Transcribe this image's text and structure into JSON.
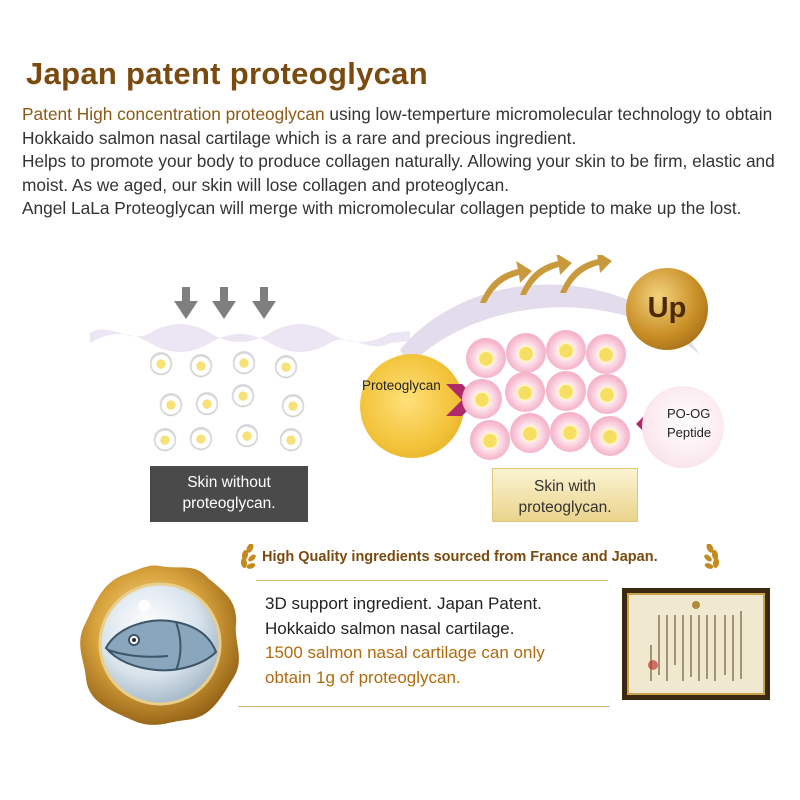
{
  "title": "Japan patent proteoglycan",
  "intro": {
    "p1_highlight": "Patent High concentration proteoglycan",
    "p1_rest": " using low-temperture micromolecular technology to obtain Hokkaido salmon nasal cartilage which is a rare and precious ingredient.",
    "p2": "Helps to promote your body to produce collagen naturally. Allowing your skin to be firm, elastic and moist. As we aged, our skin will lose collagen and proteoglycan.",
    "p3": "Angel LaLa Proteoglycan will merge with micromolecular collagen peptide to make up the lost."
  },
  "diagram": {
    "skin_without_line1": "Skin without",
    "skin_without_line2": "proteoglycan.",
    "skin_with_line1": "Skin with",
    "skin_with_line2": "proteoglycan.",
    "up_label": "Up",
    "proteoglycan_label": "Proteoglycan",
    "poog_line1": "PO-OG",
    "poog_line2": "Peptide"
  },
  "bottom": {
    "quality_heading": "High Quality ingredients sourced from France and Japan.",
    "features": [
      "3D support ingredient. Japan Patent.",
      "Hokkaido salmon nasal cartilage.",
      "1500 salmon nasal cartilage can only",
      "obtain 1g of proteoglycan."
    ]
  },
  "colors": {
    "gold_heading": "#7a4a0e",
    "gold_accent": "#b06a0c",
    "dark_box": "#4a4a4a"
  }
}
